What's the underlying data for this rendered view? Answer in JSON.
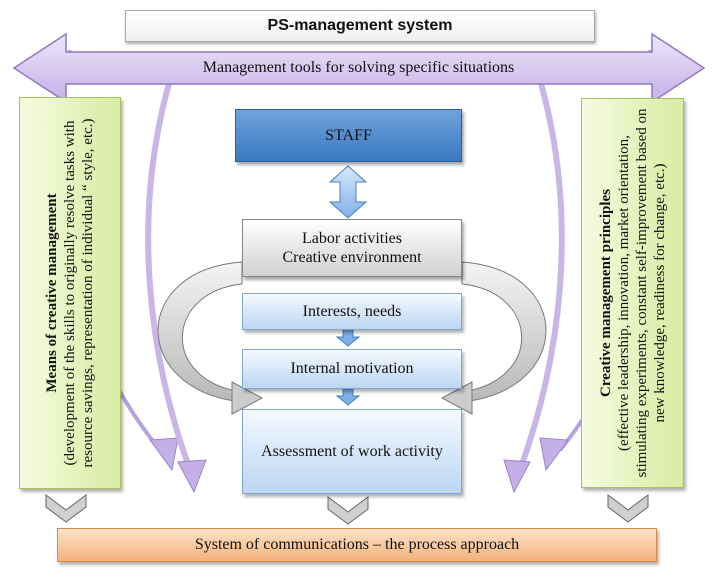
{
  "title": "PS-management system",
  "tools_arrow": "Management tools for solving specific situations",
  "staff": "STAFF",
  "labor": [
    "Labor activities",
    "Creative environment"
  ],
  "interests": "Interests, needs",
  "motivation": "Internal motivation",
  "assessment": "Assessment of work activity",
  "left_panel": {
    "heading": "Means of creative management",
    "body": "(development of the skills to originally resolve tasks with resource savings, representation of individual “ style, etc.)"
  },
  "right_panel": {
    "heading": "Creative management principles",
    "body": "(effective leadership, innovation, market orientation, stimulating experiments, constant self-improvement based on new knowledge, readiness for change, etc.)"
  },
  "bottom": "System of communications – the process approach",
  "colors": {
    "staff": "#3a78c0",
    "purple_arrow": "#c9b6e8",
    "green_panel": "#d7eca2",
    "orange_bar": "#f2b27a"
  }
}
